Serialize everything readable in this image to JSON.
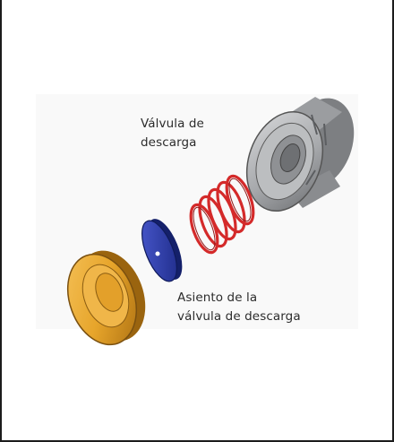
{
  "labels": {
    "discharge_valve": [
      "Válvula de",
      "descarga"
    ],
    "discharge_valve_seat": [
      "Asiento de la",
      "válvula de descarga"
    ]
  },
  "parts": [
    {
      "name": "discharge-valve-housing",
      "color": "#a7a9ac"
    },
    {
      "name": "spring",
      "color": "#d42a2a"
    },
    {
      "name": "valve-disc",
      "color": "#2a3aa8"
    },
    {
      "name": "valve-seat",
      "color": "#e7a52b"
    }
  ]
}
